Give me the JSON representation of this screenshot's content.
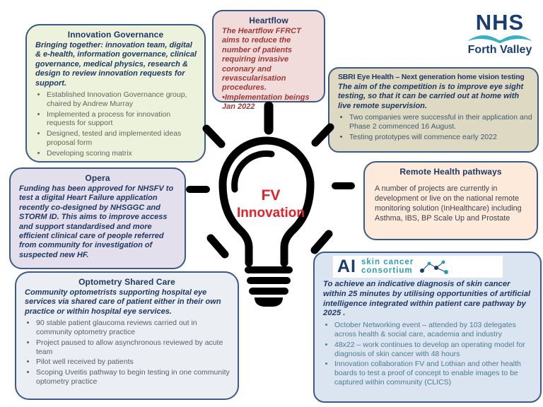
{
  "lightbulb": {
    "line1": "FV",
    "line2": "Innovation",
    "text_color": "#e32128"
  },
  "nhs_logo": {
    "org": "NHS",
    "region": "Forth Valley",
    "navy": "#1b3e72",
    "teal": "#38b1c4"
  },
  "boxes": {
    "innovation_governance": {
      "title": "Innovation Governance",
      "lead": "Bringing together: innovation team, digital & e-health, information governance, clinical governance, medical physics, research & design to review innovation requests for support.",
      "bullets": [
        "Established Innovation Governance group, chaired by Andrew Murray",
        "Implemented a process for innovation requests for support",
        "Designed, tested and implemented ideas proposal form",
        "Developing scoring matrix"
      ],
      "bg": "#edf2dd"
    },
    "heartflow": {
      "title": "Heartflow",
      "lead": "The Heartflow FFRCT aims to reduce the number of patients requiring invasive coronary and revascularisation procedures.",
      "note": "•Implementation beings Jan 2022",
      "bg": "#f2dcdb"
    },
    "sbri": {
      "title": "SBRI Eye Health – Next generation home vision testing",
      "lead": "The aim of the competition is to improve eye sight testing, so that it can be carried out at home with live remote supervision.",
      "bullets": [
        "Two companies were successful in their application and Phase 2 commenced 16 August.",
        "Testing prototypes will commence early 2022"
      ],
      "bg": "#ddd9c3"
    },
    "opera": {
      "title": "Opera",
      "lead": "Funding has been approved for NHSFV to test a digital Heart Failure application recently co-designed by NHSGGC and STORM ID.   This aims to improve access and support standardised and more efficient clinical care of people referred  from community for investigation of suspected new HF.",
      "bg": "#e4dfec"
    },
    "remote_health": {
      "title": "Remote Health pathways",
      "body": "A number of projects are currently in development or live on the national remote monitoring solution (InHealthcare) including Asthma, IBS, BP Scale Up and Prostate",
      "bg": "#fdeada"
    },
    "optometry": {
      "title": "Optometry Shared Care",
      "lead": "Community optometrists supporting hospital eye services via shared care of patient either in their own practice or within hospital eye services.",
      "bullets": [
        "90 stable patient glaucoma reviews carried out in community optometry practice",
        "Project paused to allow asynchronous reviewed by acute team",
        "Pilot well received by patients",
        "Scoping Uveitis pathway to begin testing in one community optometry practice"
      ],
      "bg": "#ebeff4"
    },
    "skin_cancer": {
      "logo_ai": "AI",
      "logo_line1": "skin cancer",
      "logo_line2": "consortium",
      "lead": "To achieve an indicative diagnosis of skin cancer within 25 minutes by utilising opportunities of artificial intelligence integrated within patient care pathway by 2025 .",
      "bullets": [
        "October Networking event – attended by 103 delegates across health & social care, academia and industry",
        "48x22 – work continues to develop an operating model for diagnosis of skin cancer with 48 hours",
        "Innovation collaboration FV and Lothian and other health boards to test a proof of concept to enable images to be captured within community (CLICS)"
      ],
      "bg": "#dbe5f1"
    }
  },
  "colors": {
    "border_navy": "#3c5a86",
    "title_navy": "#1f3864",
    "heartflow_maroon": "#9c3a38"
  }
}
